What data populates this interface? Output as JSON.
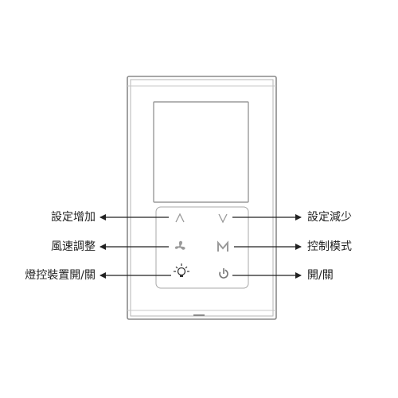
{
  "labels": {
    "left": [
      "設定增加",
      "風速調整",
      "燈控裝置開/關"
    ],
    "right": [
      "設定減少",
      "控制模式",
      "開/關"
    ]
  },
  "icons": {
    "row1_left": "up-arrow-icon",
    "row1_right": "down-arrow-icon",
    "row2_left": "fan-icon",
    "row2_right": "mode-m-icon",
    "row3_left": "light-bulb-icon",
    "row3_right": "power-icon"
  },
  "colors": {
    "device_outline": "#8a8a8a",
    "arrow": "#222222",
    "icon": "#9a9a9a",
    "text": "#222222"
  }
}
